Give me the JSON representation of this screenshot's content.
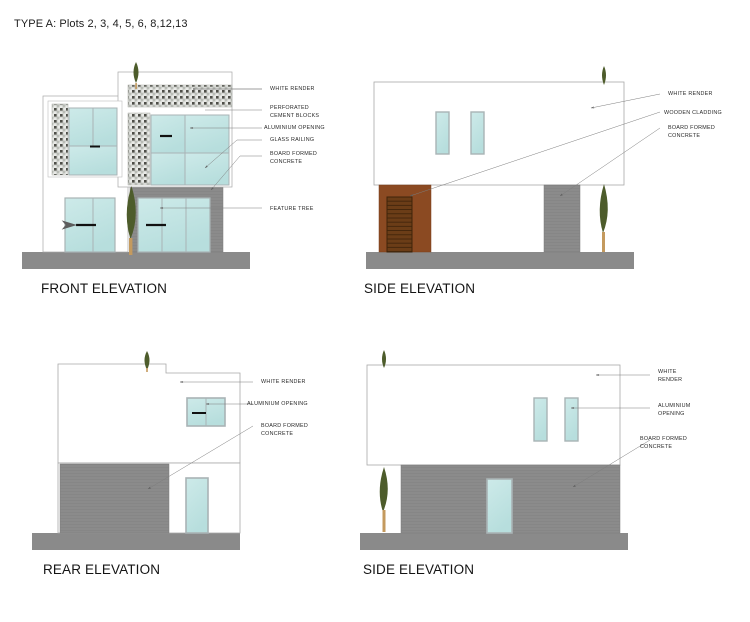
{
  "sheet": {
    "title": "TYPE A: Plots 2, 3, 4, 5, 6, 8,12,13"
  },
  "palette": {
    "white_render": "#ffffff",
    "outline": "#9a9a9a",
    "concrete_grey": "#8b8b8b",
    "plinth_grey": "#8a8a8a",
    "glass_cyan": "#bfe3e2",
    "glass_frame": "#a9b3b5",
    "wood_brown": "#8b4a22",
    "wood_door_dark": "#5d3414",
    "tree_green": "#4d5c2b",
    "tree_trunk": "#c49a5e",
    "perforated_block": "#c9cbc6",
    "leader_line": "#7d7d7d",
    "text": "#1d1d1d"
  },
  "elevations": [
    {
      "id": "front",
      "caption": "FRONT ELEVATION",
      "annotations": [
        {
          "key": "white-render",
          "label": "WHITE RENDER"
        },
        {
          "key": "perforated-blocks",
          "label": "PERFORATED\nCEMENT BLOCKS"
        },
        {
          "key": "aluminium-opening",
          "label": "ALUMINIUM OPENING"
        },
        {
          "key": "glass-railing",
          "label": "GLASS RAILING"
        },
        {
          "key": "board-formed",
          "label": "BOARD FORMED\nCONCRETE"
        },
        {
          "key": "feature-tree",
          "label": "FEATURE TREE"
        }
      ]
    },
    {
      "id": "side-top",
      "caption": "SIDE ELEVATION",
      "annotations": [
        {
          "key": "white-render",
          "label": "WHITE RENDER"
        },
        {
          "key": "wooden-cladding",
          "label": "WOODEN CLADDING"
        },
        {
          "key": "board-formed",
          "label": "BOARD FORMED\nCONCRETE"
        }
      ]
    },
    {
      "id": "rear",
      "caption": "REAR ELEVATION",
      "annotations": [
        {
          "key": "white-render",
          "label": "WHITE RENDER"
        },
        {
          "key": "aluminium-opening",
          "label": "ALUMINIUM OPENING"
        },
        {
          "key": "board-formed",
          "label": "BOARD FORMED\nCONCRETE"
        }
      ]
    },
    {
      "id": "side-bottom",
      "caption": "SIDE ELEVATION",
      "annotations": [
        {
          "key": "white-render",
          "label": "WHITE\nRENDER"
        },
        {
          "key": "aluminium-opening",
          "label": "ALUMINIUM\nOPENING"
        },
        {
          "key": "board-formed",
          "label": "BOARD FORMED\nCONCRETE"
        }
      ]
    }
  ]
}
